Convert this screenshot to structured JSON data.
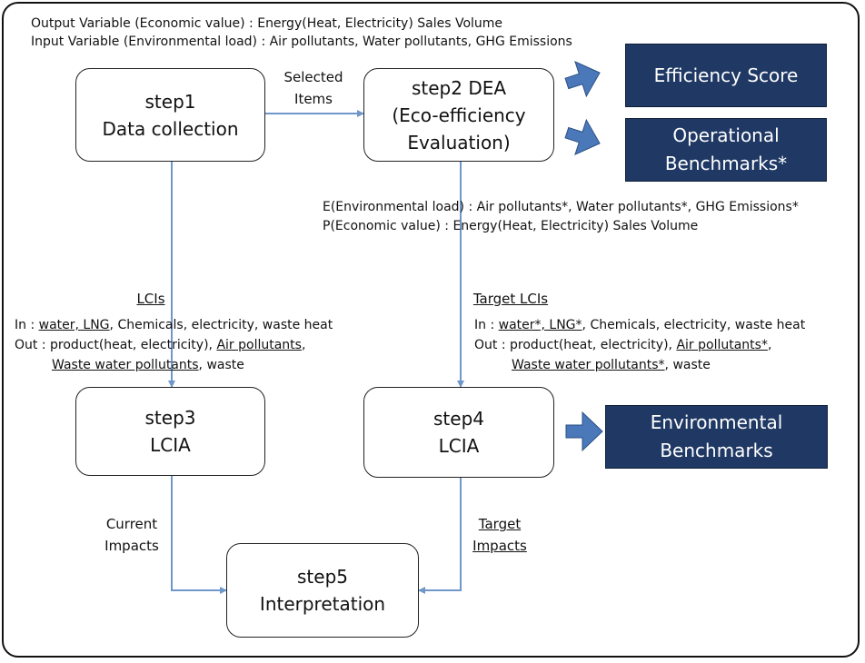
{
  "header": {
    "output_line": "Output Variable (Economic value) : Energy(Heat, Electricity) Sales Volume",
    "input_line": "Input Variable (Environmental load) : Air pollutants, Water pollutants, GHG Emissions"
  },
  "steps": {
    "step1": {
      "title": "step1",
      "subtitle": "Data collection"
    },
    "step2": {
      "title": "step2 DEA",
      "line2": "(Eco-efficiency",
      "line3": "Evaluation)"
    },
    "step3": {
      "title": "step3",
      "subtitle": "LCIA"
    },
    "step4": {
      "title": "step4",
      "subtitle": "LCIA"
    },
    "step5": {
      "title": "step5",
      "subtitle": "Interpretation"
    }
  },
  "outputs": {
    "efficiency_score": "Efficiency Score",
    "operational": {
      "line1": "Operational",
      "line2": "Benchmarks*"
    },
    "environmental": {
      "line1": "Environmental",
      "line2": "Benchmarks"
    }
  },
  "edge_labels": {
    "selected_items": {
      "line1": "Selected",
      "line2": "Items"
    },
    "lcis": "LCIs",
    "target_lcis": "Target LCIs",
    "current_impacts": {
      "line1": "Current",
      "line2": "Impacts"
    },
    "target_impacts": {
      "line1": "Target",
      "line2": "Impacts"
    }
  },
  "dea_notes": {
    "e_line": "E(Environmental load) : Air pollutants*, Water pollutants*, GHG Emissions*",
    "p_line": "P(Economic value) : Energy(Heat, Electricity) Sales Volume"
  },
  "lci_left": {
    "in_label": "In   : ",
    "in_underlined": "water, LNG",
    "in_rest": ", Chemicals, electricity, waste heat",
    "out_label": "Out : product(heat, electricity), ",
    "out_underlined": "Air pollutants",
    "out_rest": ",",
    "out2_underlined": "Waste water pollutants",
    "out2_rest": ", waste"
  },
  "lci_right": {
    "in_label": "In   : ",
    "in_underlined": "water*, LNG*",
    "in_rest": ", Chemicals, electricity, waste heat",
    "out_label": "Out : product(heat, electricity), ",
    "out_underlined": "Air pollutants*",
    "out_rest": ",",
    "out2_underlined": "Waste water pollutants*",
    "out2_rest": ", waste"
  },
  "colors": {
    "dark_box": "#1f3864",
    "arrow_fill": "#4a78b8",
    "connector": "#6f97c9"
  }
}
